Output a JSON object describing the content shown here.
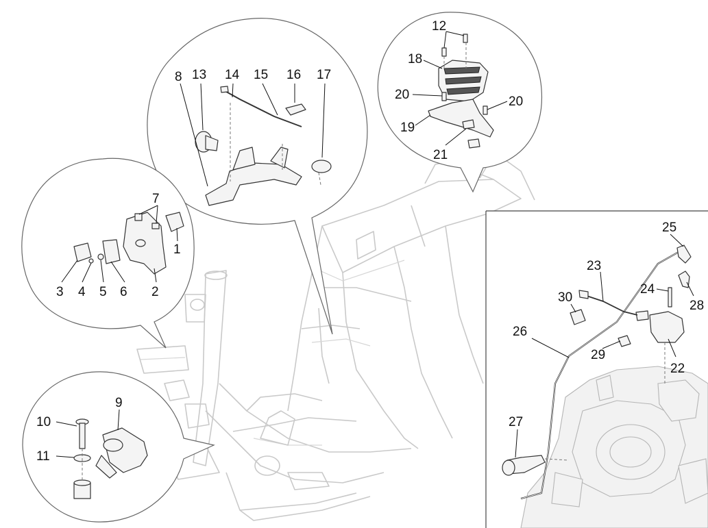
{
  "callouts": {
    "n1": "1",
    "n2": "2",
    "n3": "3",
    "n4": "4",
    "n5": "5",
    "n6": "6",
    "n7": "7",
    "n8": "8",
    "n9": "9",
    "n10": "10",
    "n11": "11",
    "n12": "12",
    "n13": "13",
    "n14": "14",
    "n15": "15",
    "n16": "16",
    "n17": "17",
    "n18": "18",
    "n19": "19",
    "n20a": "20",
    "n20b": "20",
    "n21": "21",
    "n22": "22",
    "n23": "23",
    "n24": "24",
    "n25": "25",
    "n26": "26",
    "n27": "27",
    "n28": "28",
    "n29": "29",
    "n30": "30"
  }
}
